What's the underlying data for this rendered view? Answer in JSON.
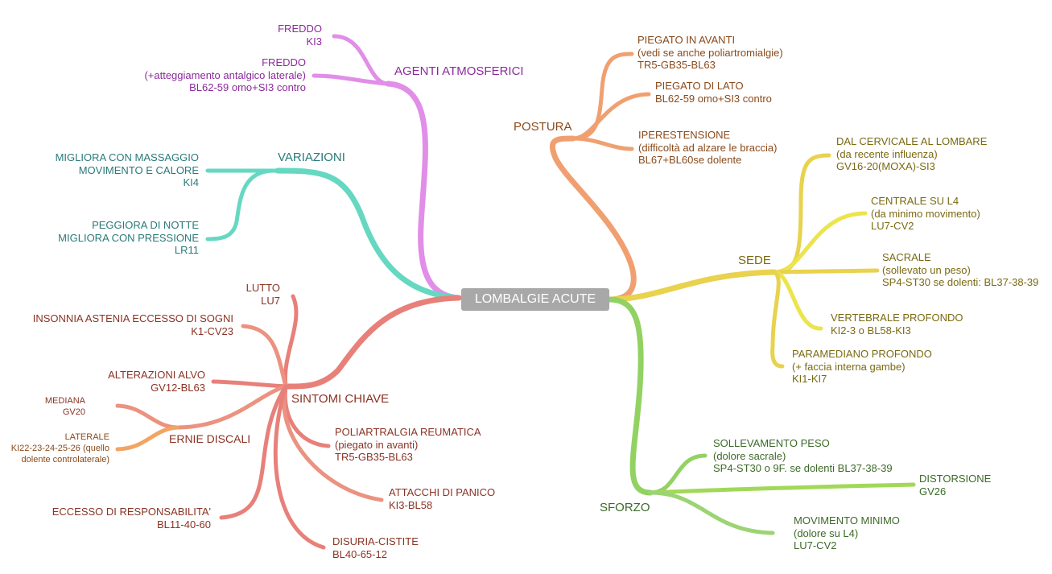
{
  "center": "LOMBALGIE ACUTE",
  "colors": {
    "agenti": "#e08ee8",
    "variazioni": "#66d8c2",
    "sintomi": "#e8807a",
    "ernie_laterale": "#f2a462",
    "postura": "#f0a070",
    "sede": "#e8d24e",
    "sforzo": "#92d262",
    "center_bg": "#a8a8a8"
  },
  "agenti": {
    "label": "AGENTI ATMOSFERICI",
    "items": [
      {
        "lines": [
          "FREDDO",
          "KI3"
        ]
      },
      {
        "lines": [
          "FREDDO",
          "(+atteggiamento antalgico laterale)",
          "BL62-59 omo+SI3 contro"
        ]
      }
    ]
  },
  "variazioni": {
    "label": "VARIAZIONI",
    "items": [
      {
        "lines": [
          "MIGLIORA CON MASSAGGIO",
          "MOVIMENTO E CALORE",
          "KI4"
        ]
      },
      {
        "lines": [
          "PEGGIORA DI NOTTE",
          "MIGLIORA CON PRESSIONE",
          "LR11"
        ]
      }
    ]
  },
  "sintomi": {
    "label": "SINTOMI CHIAVE",
    "items": [
      {
        "lines": [
          "LUTTO",
          "LU7"
        ]
      },
      {
        "lines": [
          "INSONNIA ASTENIA ECCESSO DI SOGNI",
          "K1-CV23"
        ]
      },
      {
        "lines": [
          "ALTERAZIONI ALVO",
          "GV12-BL63"
        ]
      },
      {
        "lines": [
          "POLIARTRALGIA REUMATICA",
          "(piegato in avanti)",
          "TR5-GB35-BL63"
        ]
      },
      {
        "lines": [
          "ATTACCHI DI PANICO",
          "KI3-BL58"
        ]
      },
      {
        "lines": [
          "ECCESSO DI RESPONSABILITA'",
          "BL11-40-60"
        ]
      },
      {
        "lines": [
          "DISURIA-CISTITE",
          "BL40-65-12"
        ]
      }
    ],
    "ernie": {
      "label": "ERNIE DISCALI",
      "items": [
        {
          "lines": [
            "MEDIANA",
            "GV20"
          ]
        },
        {
          "lines": [
            "LATERALE",
            "KI22-23-24-25-26 (quello",
            "dolente controlaterale)"
          ]
        }
      ]
    }
  },
  "postura": {
    "label": "POSTURA",
    "items": [
      {
        "lines": [
          "PIEGATO IN AVANTI",
          "(vedi se anche poliartromialgie)",
          "TR5-GB35-BL63"
        ]
      },
      {
        "lines": [
          "PIEGATO DI LATO",
          "BL62-59 omo+SI3 contro"
        ]
      },
      {
        "lines": [
          "IPERESTENSIONE",
          "(difficoltà ad alzare le braccia)",
          "BL67+BL60se dolente"
        ]
      }
    ]
  },
  "sede": {
    "label": "SEDE",
    "items": [
      {
        "lines": [
          "DAL CERVICALE AL LOMBARE",
          "(da recente influenza)",
          "GV16-20(MOXA)-SI3"
        ]
      },
      {
        "lines": [
          "CENTRALE SU L4",
          "(da minimo movimento)",
          "LU7-CV2"
        ]
      },
      {
        "lines": [
          "SACRALE",
          "(sollevato un peso)",
          "SP4-ST30 se dolenti: BL37-38-39"
        ]
      },
      {
        "lines": [
          "VERTEBRALE PROFONDO",
          "KI2-3 o BL58-KI3"
        ]
      },
      {
        "lines": [
          "PARAMEDIANO PROFONDO",
          "(+ faccia interna gambe)",
          "KI1-KI7"
        ]
      }
    ]
  },
  "sforzo": {
    "label": "SFORZO",
    "items": [
      {
        "lines": [
          "SOLLEVAMENTO PESO",
          "(dolore sacrale)",
          "SP4-ST30 o 9F. se dolenti BL37-38-39"
        ]
      },
      {
        "lines": [
          "DISTORSIONE",
          "GV26"
        ]
      },
      {
        "lines": [
          "MOVIMENTO MINIMO",
          "(dolore su L4)",
          "LU7-CV2"
        ]
      }
    ]
  }
}
